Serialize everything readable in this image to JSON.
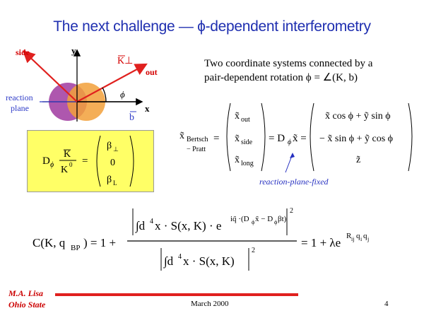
{
  "slide": {
    "title": "The next challenge — ϕ-dependent interferometry",
    "description_line1": "Two coordinate systems connected by a",
    "description_line2": "pair-dependent rotation ϕ = ∠(K, b)",
    "reaction_plane_fixed_label": "reaction-plane-fixed",
    "author_line1": "M.A. Lisa",
    "author_line2": "Ohio State",
    "date": "March 2000",
    "page_number": "4"
  },
  "diagram": {
    "side_label": "side",
    "out_label": "out",
    "y_label": "y",
    "x_label": "x",
    "k_perp_label": "K⊥",
    "phi_label": "ϕ",
    "b_label": "b",
    "reaction_plane_line1": "reaction",
    "reaction_plane_line2": "plane"
  },
  "colors": {
    "title": "#1f2fb0",
    "arrow_red": "#e0201e",
    "left_circle": "#a03aa0",
    "right_circle": "#f2a03a",
    "box_bg": "#ffff66",
    "accent_blue": "#2630c0"
  }
}
